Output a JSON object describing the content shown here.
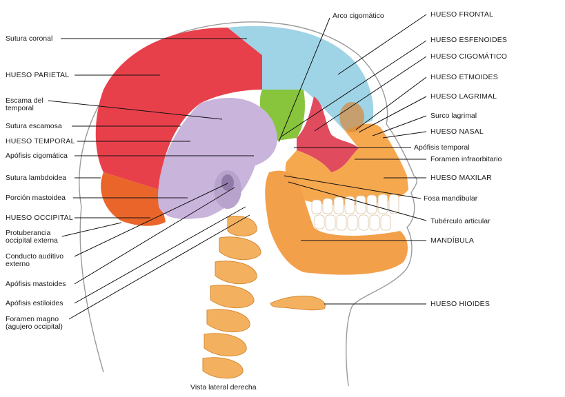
{
  "caption": "Vista lateral derecha",
  "colors": {
    "background": "#ffffff",
    "parietal": "#e8404a",
    "frontal": "#9fd4e6",
    "temporal": "#c9b4dc",
    "occipital": "#e9652a",
    "sphenoid": "#88c43c",
    "zygomatic": "#e04b5e",
    "face": "#f6a84e",
    "vertebrae": "#f3b160",
    "teeth": "#ffffff",
    "leader_line": "#111111",
    "head_outline": "#9a9a9a"
  },
  "left_labels": [
    {
      "id": "sutura-coronal",
      "text": "Sutura coronal"
    },
    {
      "id": "hueso-parietal",
      "text": "HUESO PARIETAL"
    },
    {
      "id": "escama-temporal",
      "text": "Escama del\ntemporal"
    },
    {
      "id": "sutura-escamosa",
      "text": "Sutura escamosa"
    },
    {
      "id": "hueso-temporal",
      "text": "HUESO TEMPORAL"
    },
    {
      "id": "apofisis-cigomatica",
      "text": "Apófisis cigomática"
    },
    {
      "id": "sutura-lambdoidea",
      "text": "Sutura lambdoidea"
    },
    {
      "id": "porcion-mastoidea",
      "text": "Porción mastoidea"
    },
    {
      "id": "hueso-occipital",
      "text": "HUESO OCCIPITAL"
    },
    {
      "id": "protuberancia-occipital",
      "text": "Protuberancia\noccipital externa"
    },
    {
      "id": "conducto-auditivo",
      "text": "Conducto auditivo\nexterno"
    },
    {
      "id": "apofisis-mastoides",
      "text": "Apófisis mastoides"
    },
    {
      "id": "apofisis-estiloides",
      "text": "Apófisis estiloides"
    },
    {
      "id": "foramen-magno",
      "text": "Foramen magno\n(agujero occipital)"
    }
  ],
  "top_label": {
    "id": "arco-cigomatico",
    "text": "Arco cigomático"
  },
  "right_labels": [
    {
      "id": "hueso-frontal",
      "text": "HUESO FRONTAL"
    },
    {
      "id": "hueso-esfenoides",
      "text": "HUESO ESFENOIDES"
    },
    {
      "id": "hueso-cigomatico",
      "text": "HUESO CIGOMÁTICO"
    },
    {
      "id": "hueso-etmoides",
      "text": "HUESO ETMOIDES"
    },
    {
      "id": "hueso-lagrimal",
      "text": "HUESO LAGRIMAL"
    },
    {
      "id": "surco-lagrimal",
      "text": "Surco lagrimal"
    },
    {
      "id": "hueso-nasal",
      "text": "HUESO NASAL"
    },
    {
      "id": "apofisis-temporal",
      "text": "Apófisis temporal"
    },
    {
      "id": "foramen-infraorbitario",
      "text": "Foramen infraorbitario"
    },
    {
      "id": "hueso-maxilar",
      "text": "HUESO MAXILAR"
    },
    {
      "id": "fosa-mandibular",
      "text": "Fosa mandibular"
    },
    {
      "id": "tuberculo-articular",
      "text": "Tubérculo articular"
    },
    {
      "id": "mandibula",
      "text": "MANDÍBULA"
    },
    {
      "id": "hueso-hioides",
      "text": "HUESO HIOIDES"
    }
  ]
}
